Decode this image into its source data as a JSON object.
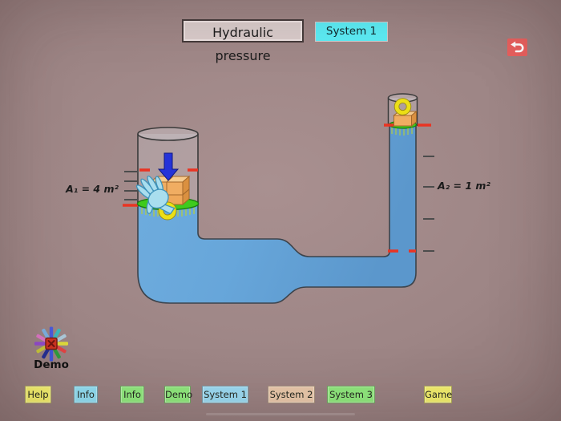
{
  "header": {
    "title": "Hydraulic pressure",
    "system_badge": "System 1",
    "undo_icon": "undo-arrow-icon"
  },
  "apparatus": {
    "area1_label": "A₁ = 4 m²",
    "area2_label": "A₂ = 1 m²",
    "left_piston_area_m2": 4,
    "right_piston_area_m2": 1
  },
  "demo": {
    "caption": "Demo",
    "icon": "color-burst-icon"
  },
  "toolbar": {
    "buttons": [
      {
        "id": "help",
        "label": "Help",
        "color": "#f2ee6d"
      },
      {
        "id": "info-1",
        "label": "Info",
        "color": "#90dcf0"
      },
      {
        "id": "info-2",
        "label": "Info",
        "color": "#8fe87d"
      },
      {
        "id": "demo",
        "label": "Demo",
        "color": "#8fe87d"
      },
      {
        "id": "system-1",
        "label": "System 1",
        "color": "#9bdaf2"
      },
      {
        "id": "system-2",
        "label": "System 2",
        "color": "#e9c8aa"
      },
      {
        "id": "system-3",
        "label": "System 3",
        "color": "#8fe87d"
      },
      {
        "id": "game",
        "label": "Game",
        "color": "#f2ee6d"
      }
    ]
  },
  "colors": {
    "background": "#9d8585",
    "water_blue": "#64a3d8",
    "piston_green": "#3ecb1d",
    "weight_orange": "#f0ad62",
    "level_mark_red": "#e93423",
    "badge_cyan": "#5ceef6",
    "undo_red": "#e8605e"
  }
}
